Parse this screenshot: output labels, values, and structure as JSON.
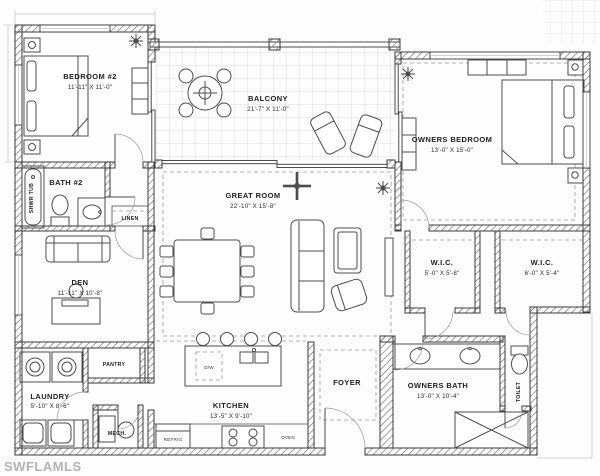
{
  "watermark": "SWFLAMLS",
  "rooms": {
    "bedroom2": {
      "label": "BEDROOM #2",
      "dims": "11'-11\" X 11'-0\""
    },
    "balcony": {
      "label": "BALCONY",
      "dims": "21'-7\" X 11'-0\""
    },
    "owners_bedroom": {
      "label": "OWNERS BEDROOM",
      "dims": "13'-0\" X 15'-0\""
    },
    "bath2": {
      "label": "BATH #2"
    },
    "great_room": {
      "label": "GREAT ROOM",
      "dims": "22'-10\" X 15'-8\""
    },
    "den": {
      "label": "DEN",
      "dims": "11'-11\" X 10'-8\""
    },
    "wic1": {
      "label": "W.I.C.",
      "dims": "5'-0\" X 5'-8\""
    },
    "wic2": {
      "label": "W.I.C.",
      "dims": "6'-0\" X 5'-4\""
    },
    "laundry": {
      "label": "LAUNDRY",
      "dims": "5'-10\" X 8'-6\""
    },
    "kitchen": {
      "label": "KITCHEN",
      "dims": "13'-5\" X 9'-10\""
    },
    "foyer": {
      "label": "FOYER"
    },
    "owners_bath": {
      "label": "OWNERS BATH",
      "dims": "13'-0\" X 10'-4\""
    },
    "mech": {
      "label": "MECH."
    },
    "pantry": {
      "label": "PANTRY"
    },
    "linen": {
      "label": "LINEN"
    },
    "toilet": {
      "label": "TOILET"
    },
    "shwr_tub": {
      "label": "SHWR TUB"
    }
  },
  "appliances": {
    "refrig": "REFRIG",
    "oven": "OVEN",
    "dw": "D/W"
  }
}
